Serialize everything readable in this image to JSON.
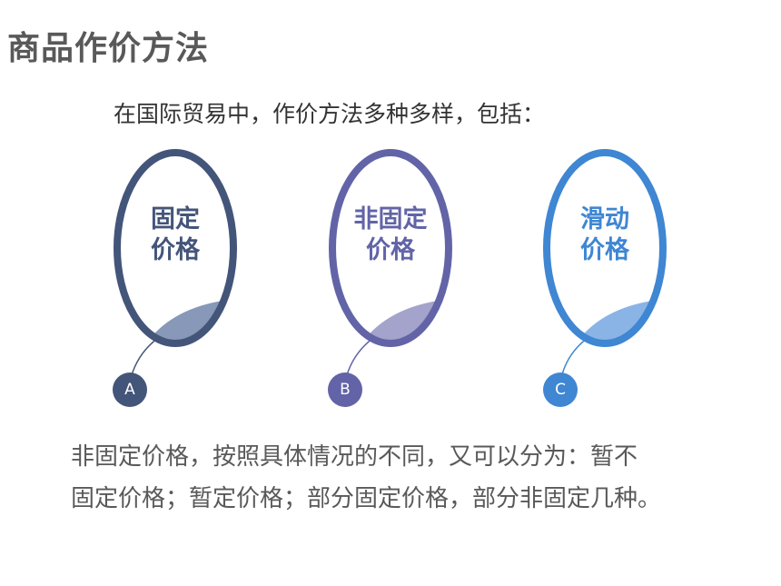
{
  "title": "商品作价方法",
  "intro": "在国际贸易中，作价方法多种多样，包括：",
  "items": [
    {
      "line1": "固定",
      "line2": "价格",
      "badge": "A",
      "color": "#44557a",
      "fill": "#8798b8"
    },
    {
      "line1": "非固定",
      "line2": "价格",
      "badge": "B",
      "color": "#6264a7",
      "fill": "#a3a3cb"
    },
    {
      "line1": "滑动",
      "line2": "价格",
      "badge": "C",
      "color": "#3f86d3",
      "fill": "#8ab4e6"
    }
  ],
  "body": {
    "line1": "非固定价格，按照具体情况的不同，又可以分为：暂不",
    "line2": "固定价格；暂定价格；部分固定价格，部分非固定几种。"
  }
}
